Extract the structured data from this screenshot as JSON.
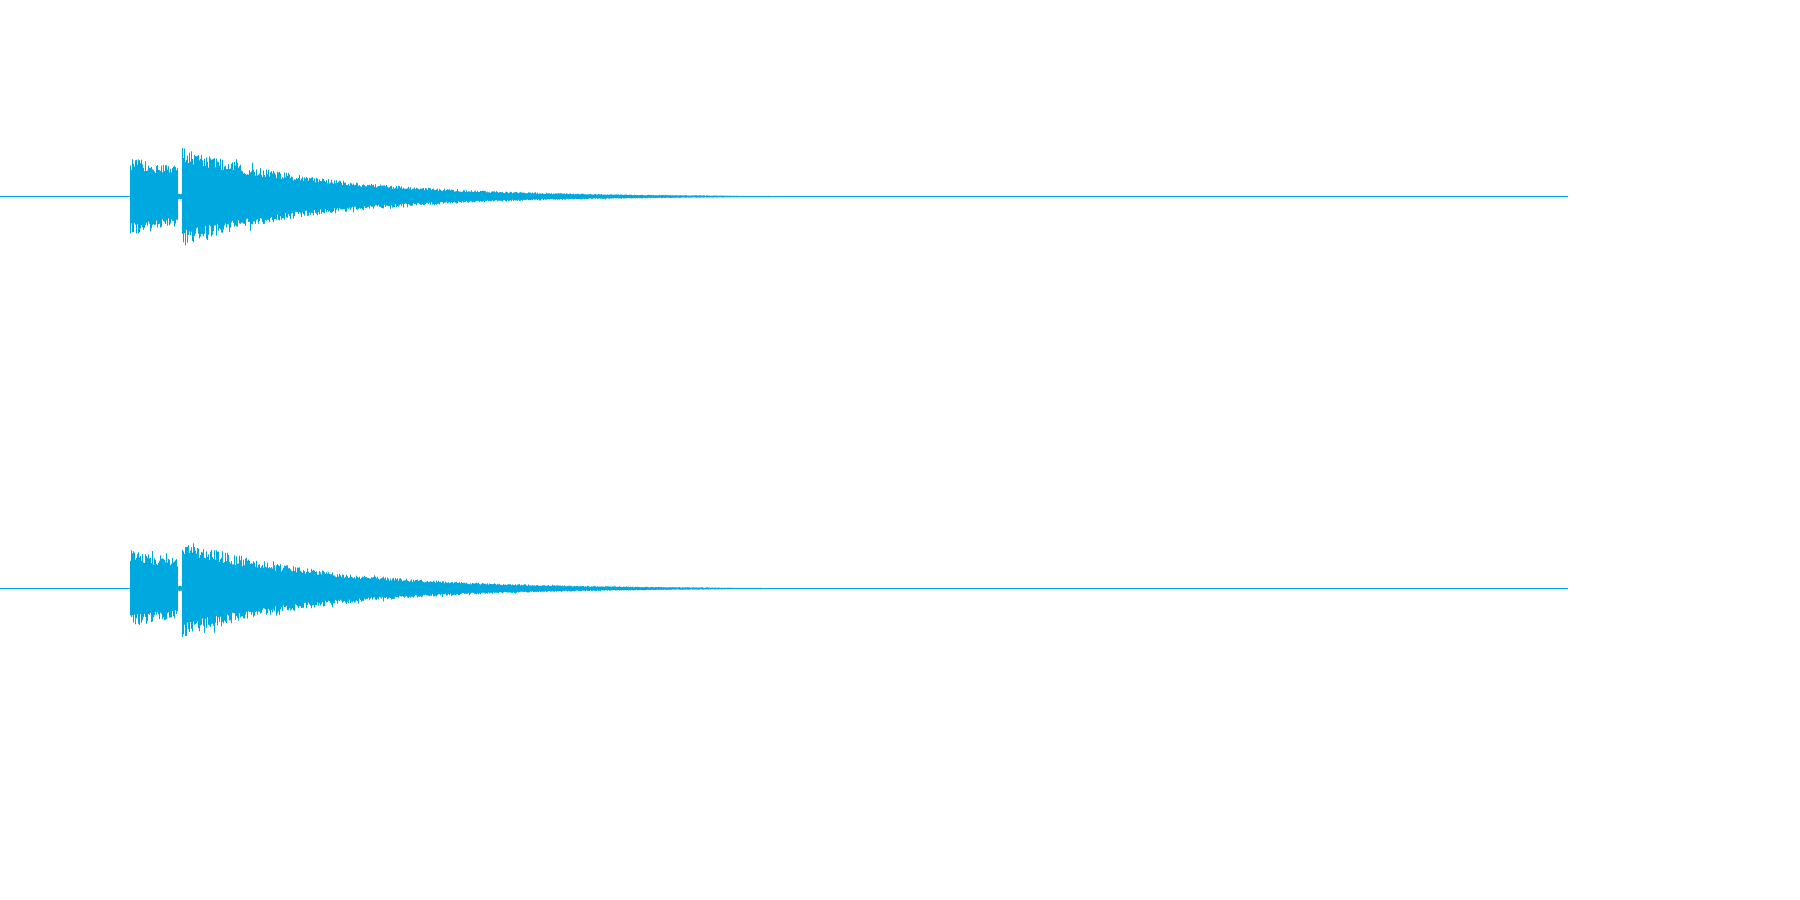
{
  "waveform": {
    "color": "#00a8e0",
    "background": "#ffffff",
    "channels": [
      {
        "id": "channel-1",
        "envelope": {
          "onset": 0.083,
          "gap_start": 0.113,
          "gap_end": 0.116,
          "tail_end": 0.49,
          "first_burst_amp": 0.4,
          "second_burst_peak_amp": 0.52
        }
      },
      {
        "id": "channel-2",
        "envelope": {
          "onset": 0.083,
          "gap_start": 0.113,
          "gap_end": 0.116,
          "tail_end": 0.485,
          "first_burst_amp": 0.4,
          "second_burst_peak_amp": 0.52
        }
      }
    ]
  }
}
